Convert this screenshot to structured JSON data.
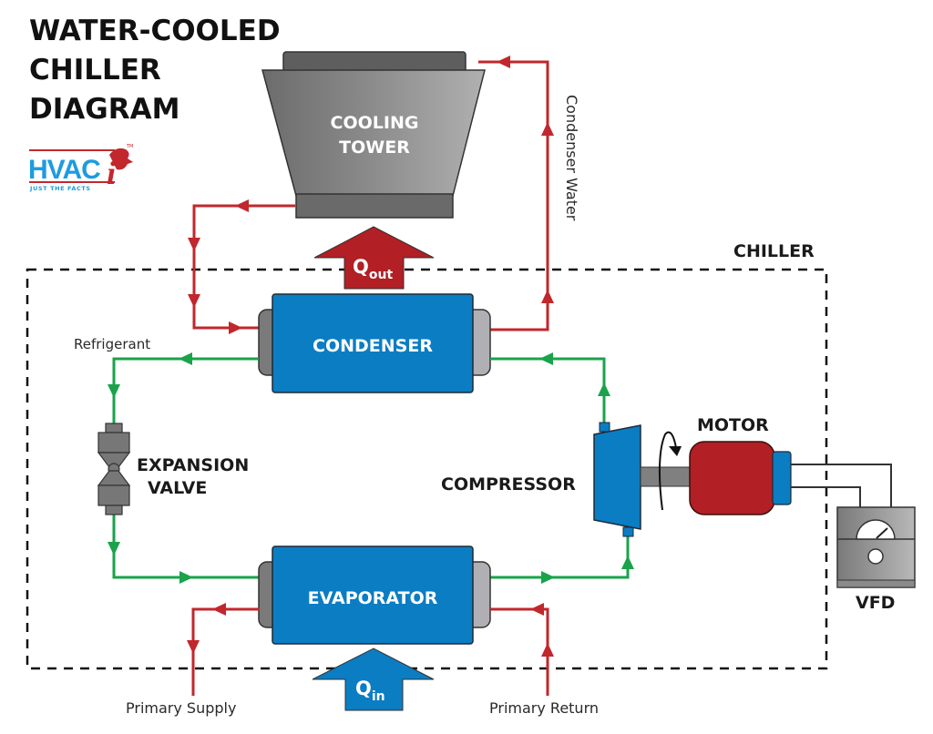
{
  "title": {
    "line1": "WATER-COOLED",
    "line2": "CHILLER",
    "line3": "DIAGRAM"
  },
  "logo": {
    "brand": "HVAC",
    "letter": "i",
    "tagline": "JUST THE FACTS",
    "trademark": "TM"
  },
  "components": {
    "cooling_tower_line1": "COOLING",
    "cooling_tower_line2": "TOWER",
    "condenser": "CONDENSER",
    "evaporator": "EVAPORATOR",
    "expansion_valve_line1": "EXPANSION",
    "expansion_valve_line2": "VALVE",
    "compressor": "COMPRESSOR",
    "motor": "MOTOR",
    "vfd": "VFD",
    "chiller_boundary": "CHILLER"
  },
  "heat_flows": {
    "q_out_main": "Q",
    "q_out_sub": "out",
    "q_in_main": "Q",
    "q_in_sub": "in"
  },
  "flow_labels": {
    "condenser_water": "Condenser Water",
    "refrigerant": "Refrigerant",
    "primary_supply": "Primary Supply",
    "primary_return": "Primary Return"
  },
  "colors": {
    "water_line": "#c1272d",
    "refrigerant_line": "#1aa34a",
    "equipment_blue": "#0b7dc3",
    "motor_red": "#b21f24",
    "tower_gray": "#8a8a8a",
    "dashed_border": "#111111",
    "logo_blue": "#1e9be0"
  }
}
